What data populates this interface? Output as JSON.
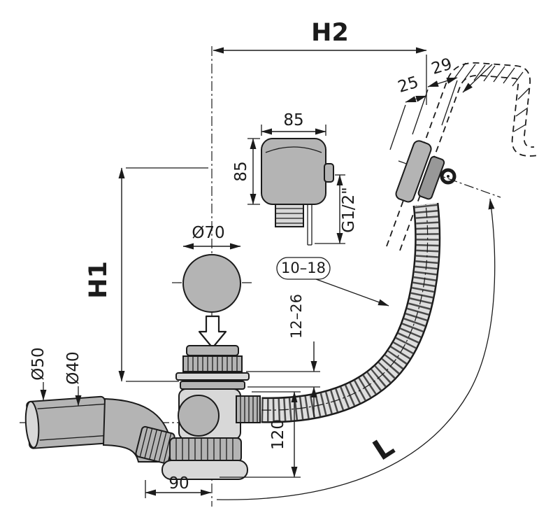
{
  "drawing": {
    "labels": {
      "h2": "H2",
      "h1": "H1",
      "box_width": "85",
      "box_height": "85",
      "knob_diameter": "Ø70",
      "thread_size": "G1/2\"",
      "dim_29": "29",
      "dim_25": "25",
      "wall_thickness_range": "10–18",
      "panel_thickness_range": "12–26",
      "height_120": "120",
      "offset_90": "90",
      "pipe_outer_diameter": "Ø50",
      "pipe_inner_diameter": "Ø40",
      "hose_length": "L"
    },
    "colors": {
      "line": "#1b1b1b",
      "metal": "#b4b4b4",
      "light": "#d8d8d8",
      "mid": "#989898",
      "hose_light": "#dedede",
      "hose_dark": "#4a4a4a",
      "background": "#ffffff"
    }
  }
}
